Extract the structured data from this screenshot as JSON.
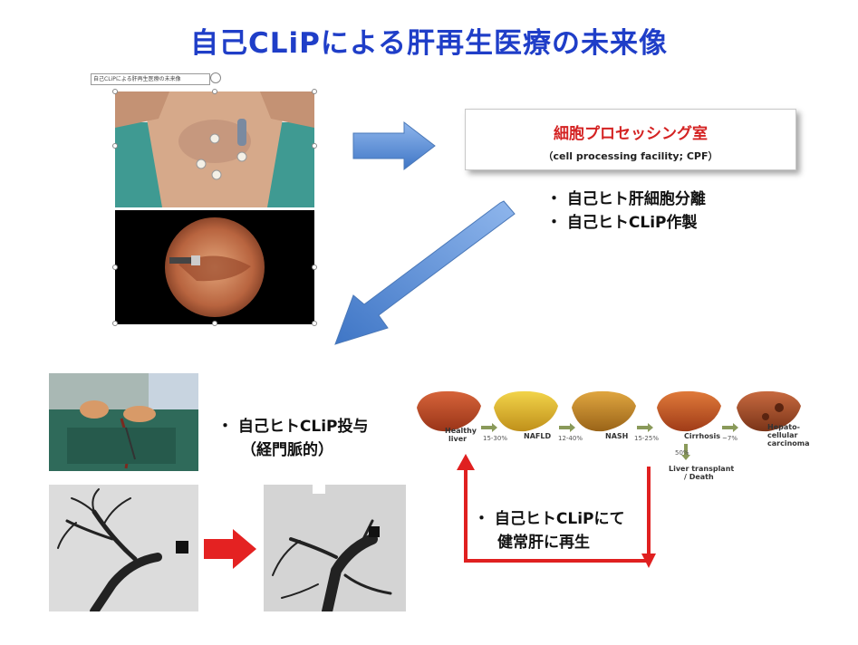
{
  "title": "自己CLiPによる肝再生医療の未来像",
  "top_image_caption": "自己CLiPによる肝再生医療の未来像",
  "cpf": {
    "title": "細胞プロセッシング室",
    "subtitle": "（cell processing facility; CPF）"
  },
  "cpf_steps": [
    "・ 自己ヒト肝細胞分離",
    "・ 自己ヒトCLiP作製"
  ],
  "administration": [
    "・ 自己ヒトCLiP投与",
    "（経門脈的）"
  ],
  "regeneration": [
    "・ 自己ヒトCLiPにて",
    "健常肝に再生"
  ],
  "progression": {
    "stages": [
      "Healthy liver",
      "NAFLD",
      "NASH",
      "Cirrhosis",
      "Hepato-cellular carcinoma"
    ],
    "rates": [
      "15-30%",
      "12-40%",
      "15-25%",
      "~7%"
    ],
    "outcome": "Liver transplant / Death",
    "outcome_rate": "50%"
  },
  "colors": {
    "title": "#1f3ec8",
    "cpf_title": "#d42222",
    "arrow_blue": "#5b8fd8",
    "arrow_red": "#e02020"
  }
}
